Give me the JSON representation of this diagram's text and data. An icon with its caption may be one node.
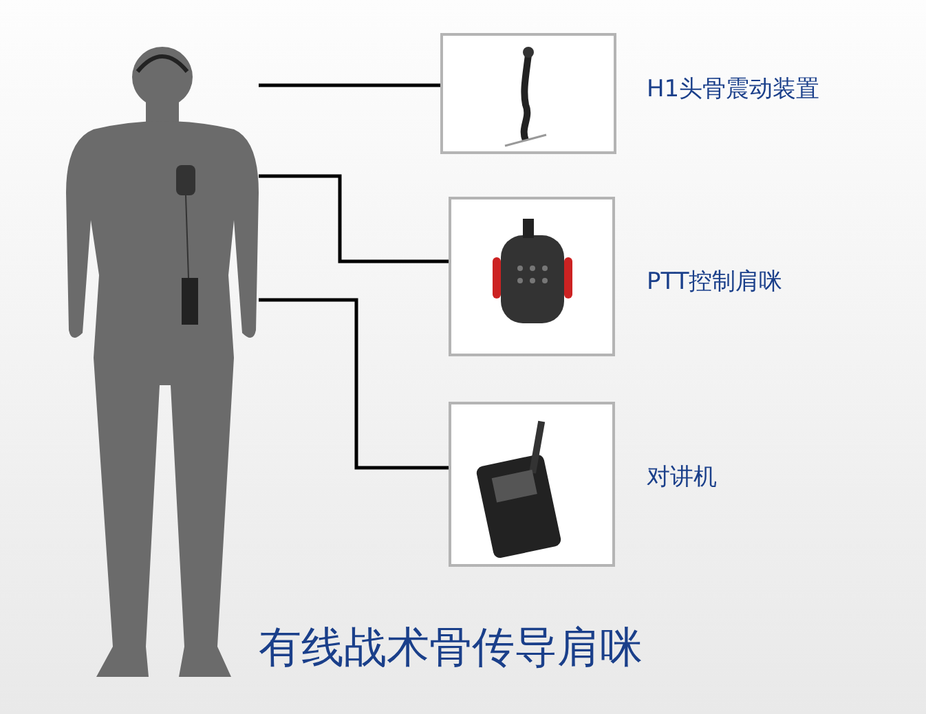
{
  "diagram": {
    "title": "有线战术骨传导肩咪",
    "nodes": [
      {
        "text": [],
        "shape": "person"
      },
      {
        "text": [],
        "shape": "picture",
        "beside": [
          "H1头骨震动装置"
        ]
      },
      {
        "text": [],
        "shape": "picture",
        "beside": [
          "PTT控制肩咪"
        ]
      },
      {
        "text": [],
        "shape": "picture",
        "beside": [
          "对讲机"
        ]
      }
    ],
    "edges": [
      {
        "from": 0,
        "to": 1,
        "arrow": "none"
      },
      {
        "from": 0,
        "to": 2,
        "arrow": "none"
      },
      {
        "from": 0,
        "to": 3,
        "arrow": "none"
      }
    ]
  }
}
